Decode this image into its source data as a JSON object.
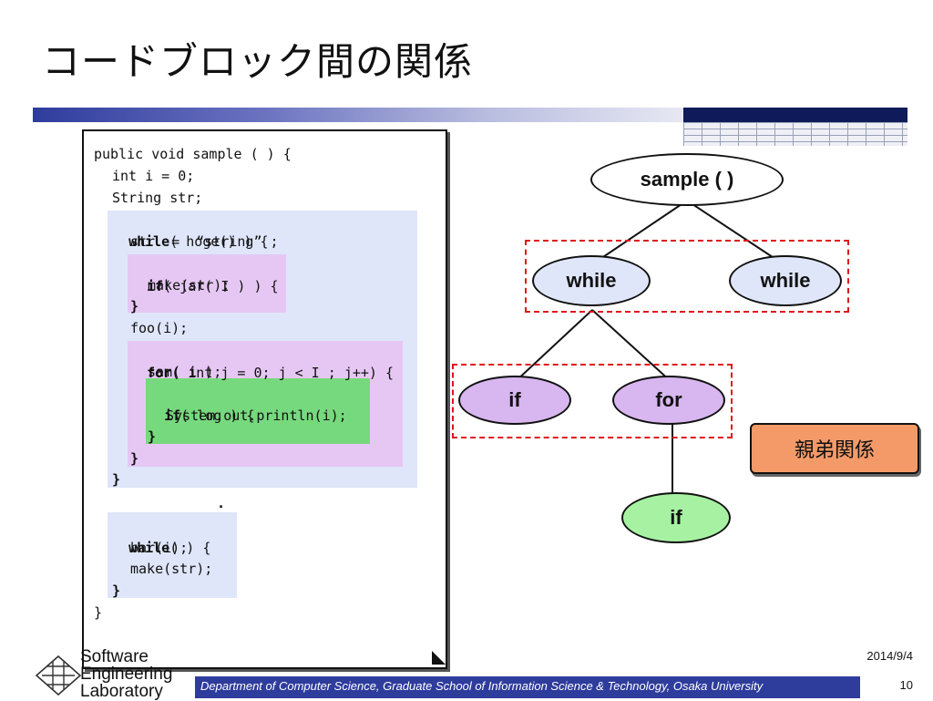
{
  "slide": {
    "title": "コードブロック間の関係",
    "date": "2014/9/4",
    "page_number": "10"
  },
  "code": {
    "lines": [
      "public void sample ( ) {",
      "int i = 0;",
      "String str;",
      "while",
      "( hoge() ) {",
      "str  =  “string” ;",
      "if",
      "( jar( I ) ) {",
      "make(str);",
      "}",
      "foo(i);",
      "for",
      "( int j = 0; j < I ; j++) {",
      "sam( i );",
      "if",
      "( log ) {",
      "System.out.println(i);",
      "}",
      "}",
      "}",
      ".",
      "while",
      "( ) {",
      "bar(i);",
      "make(str);",
      "}",
      "}"
    ]
  },
  "tree": {
    "root": "sample ( )",
    "children_level1": [
      "while",
      "while"
    ],
    "children_level2": [
      "if",
      "for"
    ],
    "children_level3": [
      "if"
    ],
    "colors": {
      "root": "#ffffff",
      "while": "#dfe6fa",
      "if_purple": "#d8b6ef",
      "if_green": "#a6f2a2",
      "dashed": "#e0141b"
    }
  },
  "relation_label": "親弟関係",
  "footer": {
    "logo_lines": [
      "Software",
      "Engineering",
      "Laboratory"
    ],
    "department": "Department of Computer Science, Graduate School of Information Science & Technology, Osaka University"
  },
  "colors": {
    "title_bar_start": "#2e3c9c",
    "title_bar_dark": "#0e1a5a",
    "highlight_blue": "#dfe6fa",
    "highlight_purple": "#e6c7f4",
    "highlight_green": "#77d97e",
    "relation_box": "#f49a68"
  }
}
